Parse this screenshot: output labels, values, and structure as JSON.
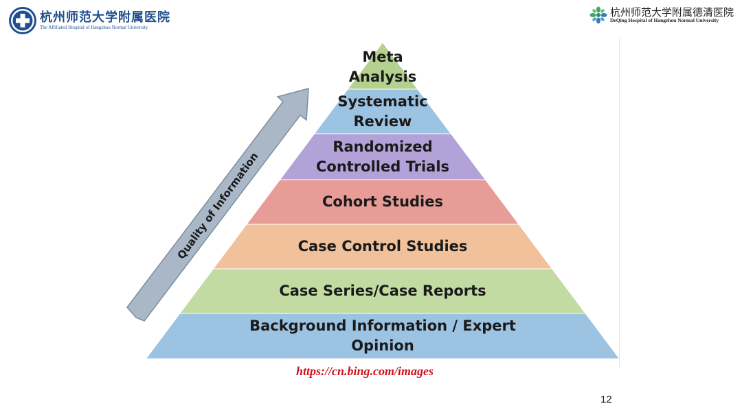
{
  "header": {
    "left_logo": {
      "name_cn": "杭州师范大学附属医院",
      "name_en": "The Affiliated Hospital of Hangzhou Normal University"
    },
    "right_logo": {
      "name_cn": "杭州师范大学附属德清医院",
      "name_en": "DeQing Hospital of Hangzhou Normal University"
    }
  },
  "arrow": {
    "label": "Quality of Information",
    "color": "#a9b7c6"
  },
  "pyramid": {
    "tiers": [
      {
        "line1": "Meta",
        "line2": "Analysis",
        "color": "#b5d190"
      },
      {
        "line1": "Systematic",
        "line2": "Review",
        "color": "#9dc3e2"
      },
      {
        "line1": "Randomized",
        "line2": "Controlled Trials",
        "color": "#b3a2d8"
      },
      {
        "line1": "Cohort Studies",
        "line2": "",
        "color": "#e89c98"
      },
      {
        "line1": "Case Control Studies",
        "line2": "",
        "color": "#f0c19a"
      },
      {
        "line1": "Case Series/Case Reports",
        "line2": "",
        "color": "#c2dba3"
      },
      {
        "line1": "Background Information / Expert",
        "line2": "Opinion",
        "color": "#9dc3e2"
      }
    ]
  },
  "source_link": "https://cn.bing.com/images",
  "page_number": "12",
  "colors": {
    "link": "#d0121b",
    "logo_blue": "#1f4f8f"
  }
}
